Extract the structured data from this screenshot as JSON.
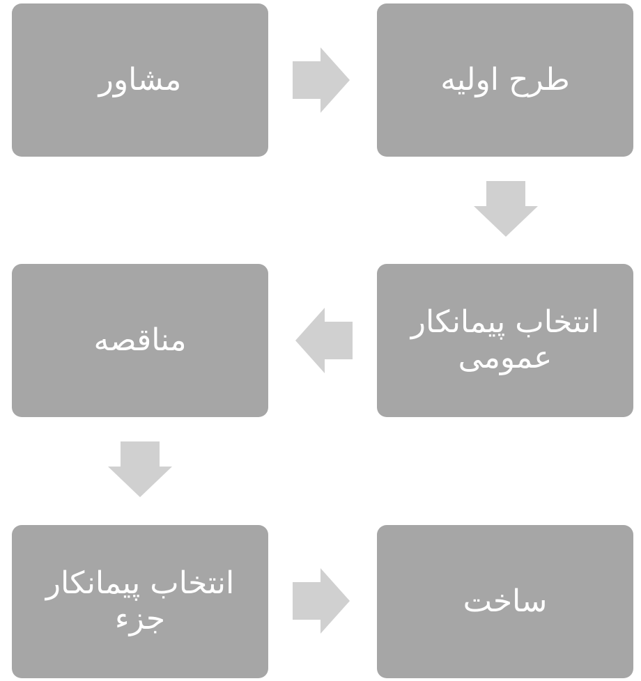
{
  "colors": {
    "box_fill": "#a6a6a6",
    "arrow_fill": "#d0d0d0",
    "text": "#ffffff"
  },
  "steps": [
    {
      "label": "طرح اولیه"
    },
    {
      "label": "مشاور"
    },
    {
      "label": "انتخاب پیمانکار عمومی"
    },
    {
      "label": "مناقصه"
    },
    {
      "label": "انتخاب پیمانکار جزء"
    },
    {
      "label": "ساخت"
    }
  ],
  "arrows": [
    {
      "direction": "right"
    },
    {
      "direction": "down"
    },
    {
      "direction": "left"
    },
    {
      "direction": "down"
    },
    {
      "direction": "right"
    }
  ]
}
